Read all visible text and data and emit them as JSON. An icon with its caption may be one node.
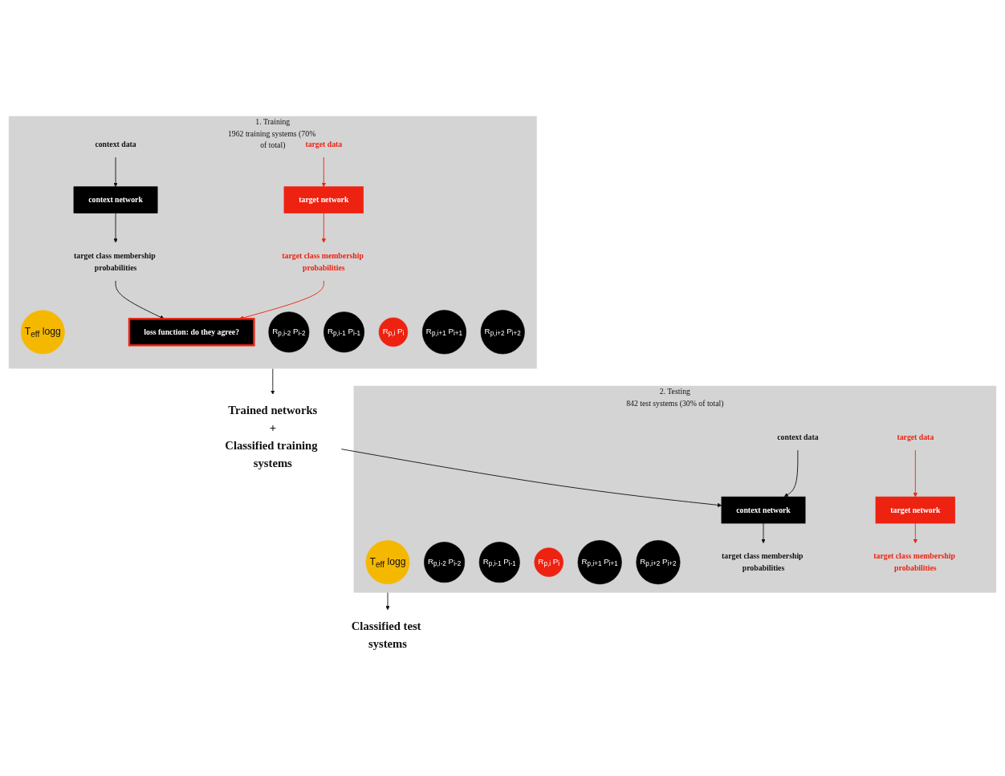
{
  "diagram": {
    "nodes": [
      {
        "text": [
          "1. Training",
          "1962 training systems (70% of total)"
        ]
      },
      {
        "text": [
          "T$_{eff}$ logg"
        ],
        "in": 0
      },
      {
        "text": [
          "R$_{p,i-2}$ P$_{i-2}$"
        ],
        "in": 0
      },
      {
        "text": [
          "R$_{p,i-1}$ P$_{i-1}$"
        ],
        "in": 0
      },
      {
        "text": [
          "R$_{p,i}$ P$_{i}$"
        ],
        "in": 0
      },
      {
        "text": [
          "R$_{p,i+1}$ P$_{i+1}$"
        ],
        "in": 0
      },
      {
        "text": [
          "R$_{p,i+2}$ P$_{i+2}$"
        ],
        "in": 0
      },
      {
        "text": [
          "context data"
        ],
        "in": 0
      },
      {
        "text": [
          "target data"
        ],
        "in": 0
      },
      {
        "text": [
          "context network"
        ],
        "in": 0
      },
      {
        "text": [
          "target network"
        ],
        "in": 0
      },
      {
        "text": [
          "target class membership probabilities"
        ],
        "in": 0
      },
      {
        "text": [
          "target class membership probabilities"
        ],
        "in": 0
      },
      {
        "text": [
          "loss function: do they agree?"
        ],
        "in": 0
      },
      {
        "text": [
          "2. Testing",
          "842 test systems (30% of total)"
        ]
      },
      {
        "text": [
          "T$_{eff}$ logg"
        ],
        "in": 14
      },
      {
        "text": [
          "R$_{p,i-2}$ P$_{i-2}$"
        ],
        "in": 14
      },
      {
        "text": [
          "R$_{p,i-1}$ P$_{i-1}$"
        ],
        "in": 14
      },
      {
        "text": [
          "R$_{p,i}$ P$_{i}$"
        ],
        "in": 14
      },
      {
        "text": [
          "R$_{p,i+1}$ P$_{i+1}$"
        ],
        "in": 14
      },
      {
        "text": [
          "R$_{p,i+2}$ P$_{i+2}$"
        ],
        "in": 14
      },
      {
        "text": [
          "context data"
        ],
        "in": 14
      },
      {
        "text": [
          "target data"
        ],
        "in": 14
      },
      {
        "text": [
          "context network"
        ],
        "in": 14
      },
      {
        "text": [
          "target network"
        ],
        "in": 14
      },
      {
        "text": [
          "target class membership probabilities"
        ],
        "in": 14
      },
      {
        "text": [
          "target class membership probabilities"
        ],
        "in": 14
      },
      {
        "text": [
          "Trained networks",
          "+",
          "Classified training systems"
        ]
      },
      {
        "text": [
          "Classified test systems"
        ]
      }
    ],
    "edges": [
      {
        "from": 7,
        "to": 9,
        "arrow": "to"
      },
      {
        "from": 9,
        "to": 11,
        "arrow": "to"
      },
      {
        "from": 8,
        "to": 10,
        "arrow": "to",
        "color": "#ee2211"
      },
      {
        "from": 10,
        "to": 12,
        "arrow": "to",
        "color": "#ee2211"
      },
      {
        "from": 11,
        "to": 13,
        "arrow": "to"
      },
      {
        "from": 12,
        "to": 13,
        "arrow": "to",
        "color": "#ee2211"
      },
      {
        "from": 0,
        "to": 27,
        "arrow": "to"
      },
      {
        "from": 27,
        "to": 23,
        "arrow": "to"
      },
      {
        "from": 21,
        "to": 23,
        "arrow": "to"
      },
      {
        "from": 23,
        "to": 25,
        "arrow": "to"
      },
      {
        "from": 22,
        "to": 24,
        "arrow": "to",
        "color": "#ee2211"
      },
      {
        "from": 24,
        "to": 26,
        "arrow": "to",
        "color": "#ee2211"
      },
      {
        "from": 14,
        "to": 28,
        "arrow": "to"
      }
    ]
  }
}
